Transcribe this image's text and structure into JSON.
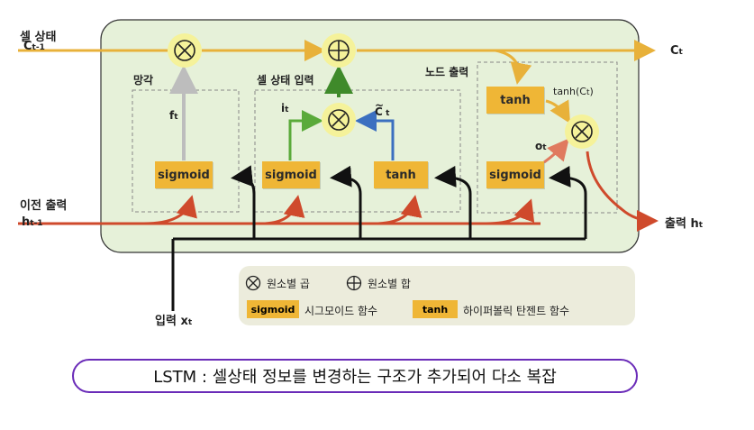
{
  "labels": {
    "cell_state_title": "셀 상태",
    "cell_prev": "C",
    "cell_prev_sub": "t-1",
    "cell_next": "C",
    "cell_next_sub": "t",
    "forget": "망각",
    "cell_input": "셀 상태 입력",
    "node_output": "노드 출력",
    "f_gate": "f",
    "f_sub": "t",
    "i_gate": "i",
    "i_sub": "t",
    "c_tilde": "C",
    "c_tilde_sub": "t",
    "o_gate": "o",
    "o_sub": "t",
    "tanh_ct": "tanh(C",
    "tanh_ct_sub": "t",
    "tanh_ct_close": ")",
    "prev_output_title": "이전 출력",
    "h_prev": "h",
    "h_prev_sub": "t-1",
    "output": "출력 h",
    "output_sub": "t",
    "input": "입력 x",
    "input_sub": "t"
  },
  "boxes": {
    "sigmoid": "sigmoid",
    "tanh": "tanh"
  },
  "legend": {
    "multiply_label": "원소별 곱",
    "add_label": "원소별 합",
    "sigmoid_chip": "sigmoid",
    "sigmoid_desc": "시그모이드 함수",
    "tanh_chip": "tanh",
    "tanh_desc": "하이퍼볼릭 탄젠트 함수"
  },
  "caption": "LSTM : 셀상태 정보를 변경하는 구조가 추가되어 다소 복잡",
  "colors": {
    "cell_bg": "#e6f1d9",
    "cell_line": "#e8b13a",
    "hidden_line": "#cf4a2c",
    "input_line": "#111111",
    "forget_arrow": "#bdbdbd",
    "add_arrow": "#3f8a2a",
    "i_arrow": "#5aaa3a",
    "c_arrow": "#3b6fc0",
    "o_arrow": "#e07a5f",
    "box": "#efb636",
    "op": "#f5f29a",
    "legend_bg": "#ececdc",
    "caption_border": "#6a2bb8"
  }
}
